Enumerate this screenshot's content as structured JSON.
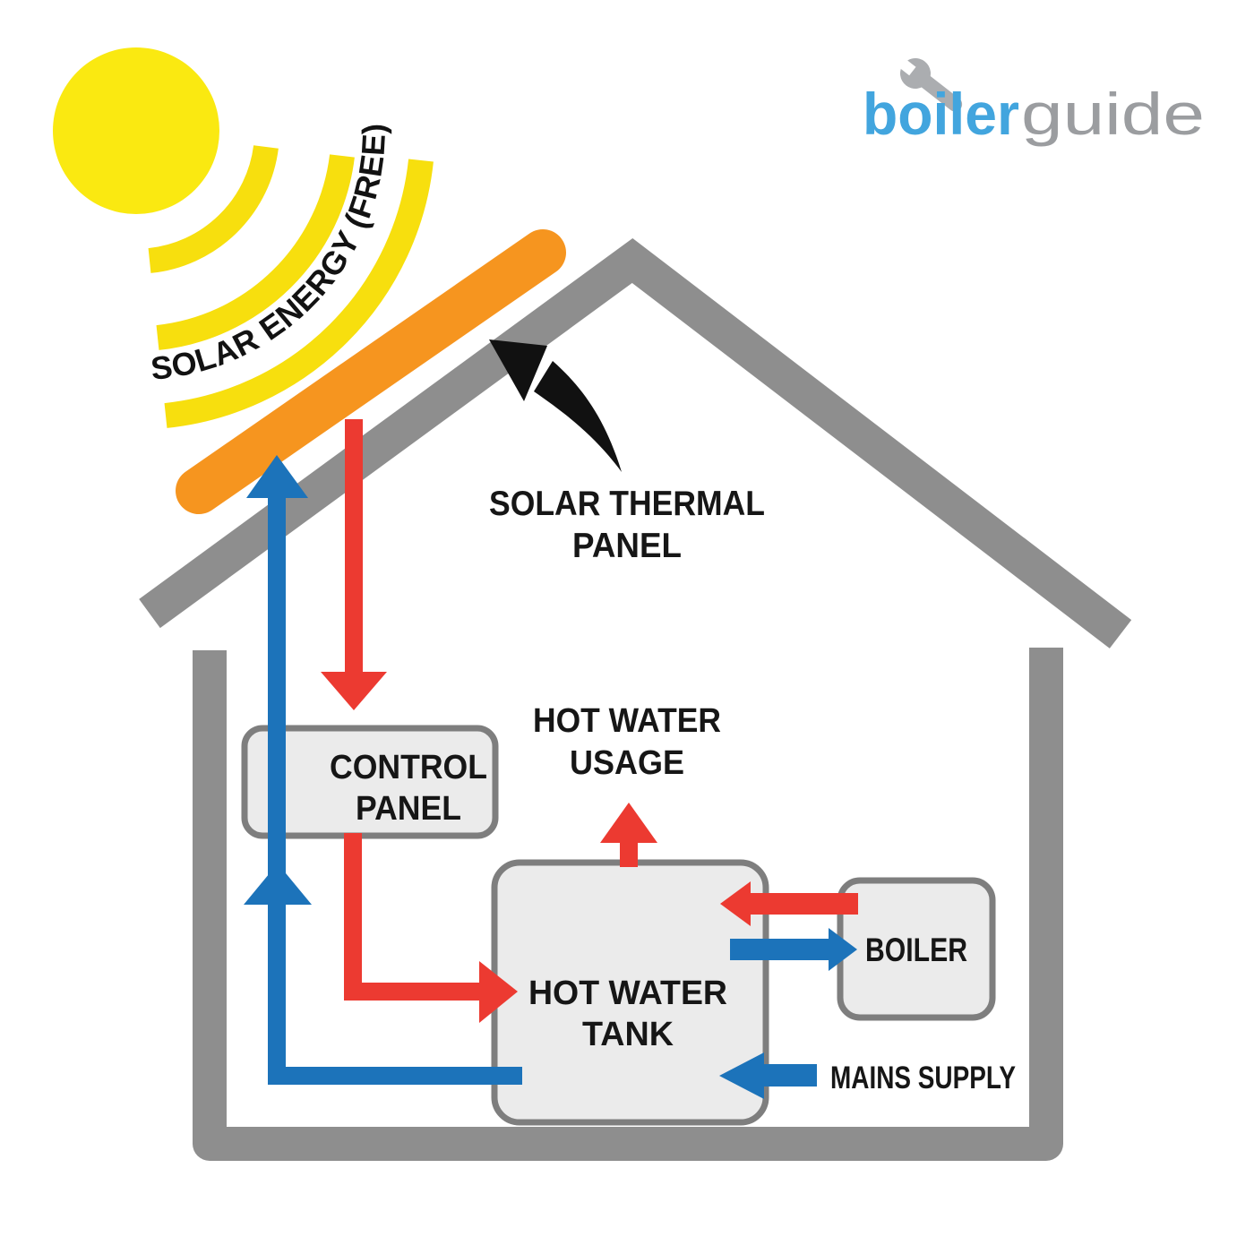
{
  "sun": {
    "ray_label": "SOLAR ENERGY (FREE)"
  },
  "logo": {
    "brand_bold": "boiler",
    "brand_light": "guide"
  },
  "annotations": {
    "solar_panel_line1": "SOLAR THERMAL",
    "solar_panel_line2": "PANEL",
    "usage_line1": "HOT WATER",
    "usage_line2": "USAGE",
    "mains_supply": "MAINS SUPPLY"
  },
  "components": {
    "control_panel_line1": "CONTROL",
    "control_panel_line2": "PANEL",
    "tank_line1": "HOT WATER",
    "tank_line2": "TANK",
    "boiler": "BOILER"
  },
  "colors": {
    "sun_yellow": "#FAE911",
    "ray_yellow": "#F7DF0E",
    "panel_orange": "#F6951F",
    "hot_red": "#EC3A31",
    "cold_blue": "#1C73BA",
    "house_gray": "#8E8E8E",
    "box_fill": "#EBEBEB",
    "box_border": "#7E7E7E",
    "logo_blue": "#42A5DE",
    "logo_gray": "#9B9DA0",
    "text_black": "#161616"
  }
}
